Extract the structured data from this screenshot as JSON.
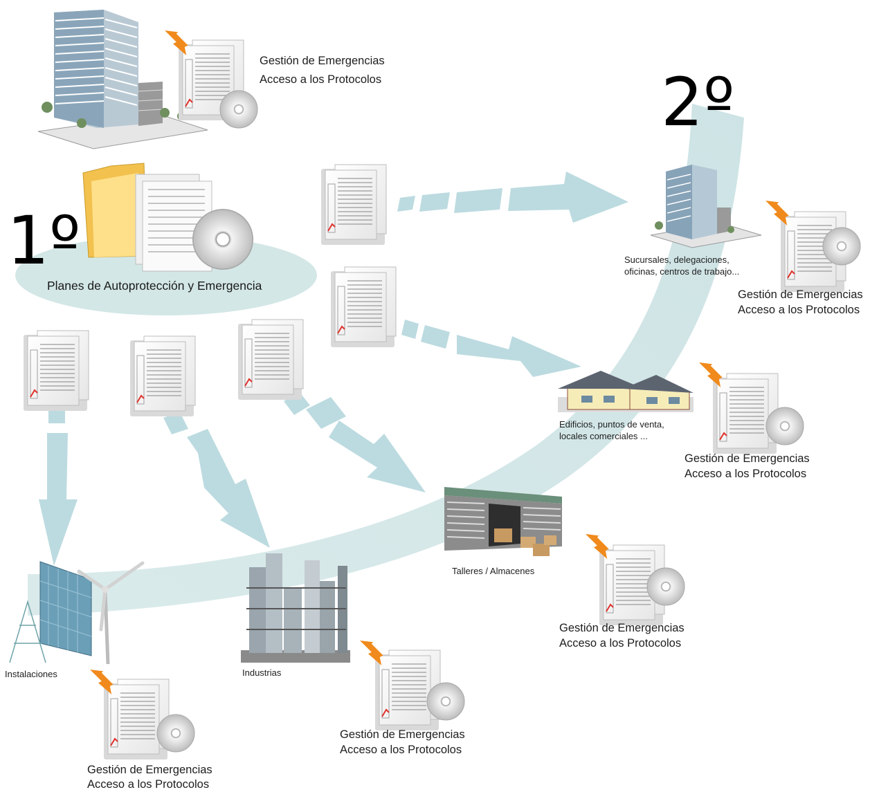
{
  "step1": {
    "number": "1º",
    "label": "Planes de Autoprotección y Emergencia"
  },
  "step2": {
    "number": "2º"
  },
  "emergency": {
    "line1": "Gestión de Emergencias",
    "line2": "Acceso a los Protocolos"
  },
  "sites": {
    "sucursales": {
      "line1": "Sucursales, delegaciones,",
      "line2": "oficinas, centros de trabajo..."
    },
    "edificios": {
      "line1": "Edificios, puntos de venta,",
      "line2": "locales comerciales ..."
    },
    "talleres": "Talleres / Almacenes",
    "industrias": "Industrias",
    "instalaciones": "Instalaciones"
  },
  "colors": {
    "flow": "#cfe3e4",
    "arrow": "#b9d9de",
    "ellipse": "#d8e9e8",
    "lightning": "#f08a1c"
  }
}
